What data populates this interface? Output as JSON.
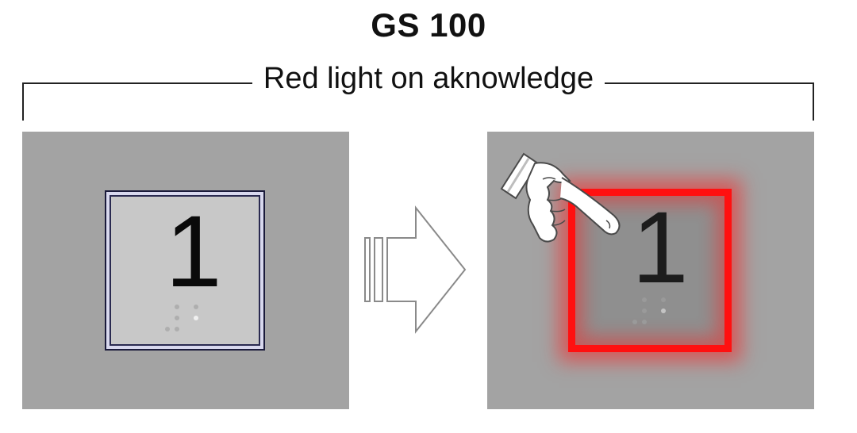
{
  "header": {
    "title": "GS 100",
    "subtitle": "Red light on aknowledge"
  },
  "panels": {
    "before": {
      "button_number": "1",
      "state": "unlit"
    },
    "after": {
      "button_number": "1",
      "state": "lit",
      "light_color": "#ff1010"
    }
  },
  "icons": {
    "transition": "right-arrow-icon",
    "pointer": "pointing-hand-icon"
  },
  "colors": {
    "panel_background": "#a3a3a3",
    "button_face": "#c8c8c8",
    "light": "#ff1010"
  }
}
